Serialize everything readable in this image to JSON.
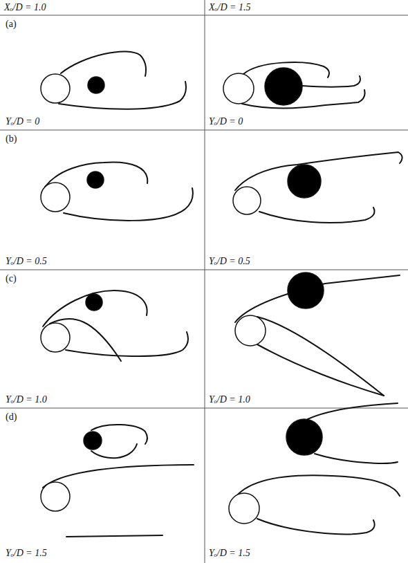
{
  "diagram": {
    "labels": [
      "Xₒ/D = 1.0",
      "Xₒ/D = 1.5",
      "(a)",
      "Yₒ/D = 0",
      "Yₒ/D = 0",
      "(b)",
      "Yₒ/D = 0.5",
      "Yₒ/D = 0.5",
      "(c)",
      "Yₒ/D = 1.0",
      "Yₒ/D = 1.0",
      "(d)",
      "Yₒ/D = 1.5",
      "Yₒ/D = 1.5"
    ]
  }
}
